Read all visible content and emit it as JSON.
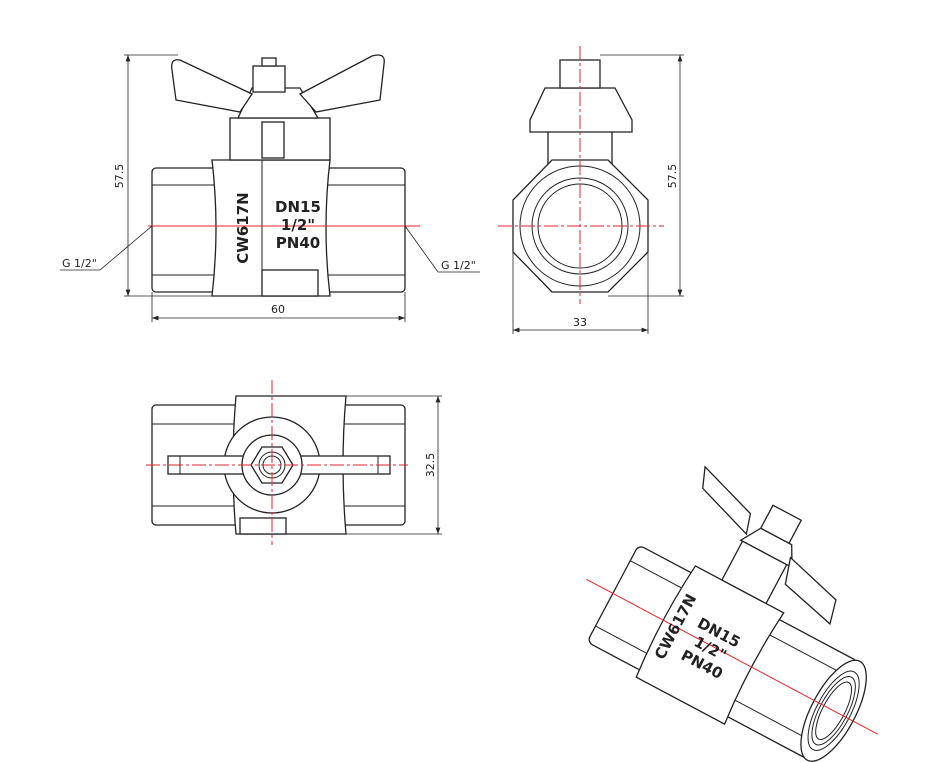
{
  "markings": {
    "dn": "DN15",
    "size": "1/2\"",
    "pn": "PN40",
    "material": "CW617N"
  },
  "dimensions": {
    "front_height": "57.5",
    "front_length": "60",
    "side_height": "57.5",
    "side_width": "33",
    "top_width": "32.5",
    "thread_left": "G 1/2\"",
    "thread_right": "G 1/2\""
  },
  "colors": {
    "centerline": "#e0262b",
    "outline": "#222222"
  }
}
